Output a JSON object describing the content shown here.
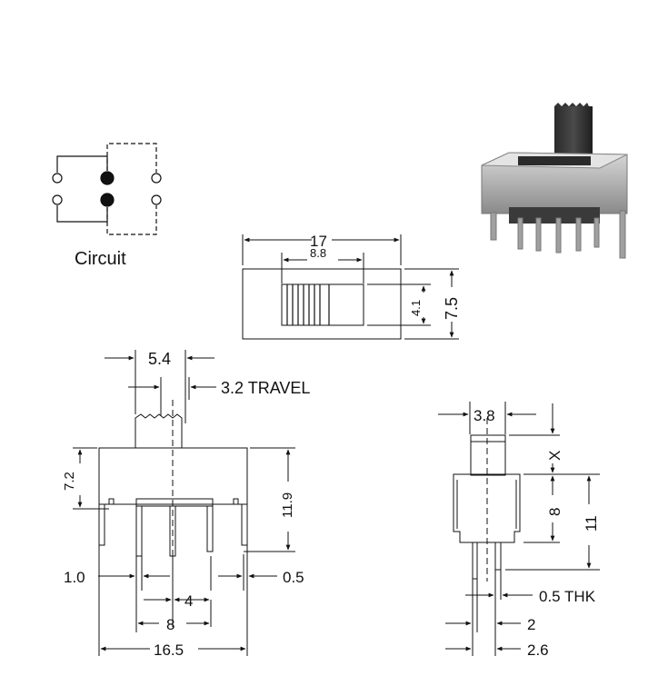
{
  "circuit": {
    "label": "Circuit"
  },
  "top_view": {
    "len_17": "17",
    "len_88": "8.8",
    "h_41": "4.1",
    "h_75": "7.5"
  },
  "front_view": {
    "d_54": "5.4",
    "travel": "3.2 TRAVEL",
    "d_72": "7.2",
    "d_119": "11.9",
    "d_10": "1.0",
    "d_05": "0.5",
    "d_4": "4",
    "d_8": "8",
    "d_165": "16.5"
  },
  "side_view": {
    "d_38": "3.8",
    "d_x": "X",
    "d_8": "8",
    "d_11": "11",
    "thk": "0.5 THK",
    "d_2": "2",
    "d_26": "2.6"
  }
}
